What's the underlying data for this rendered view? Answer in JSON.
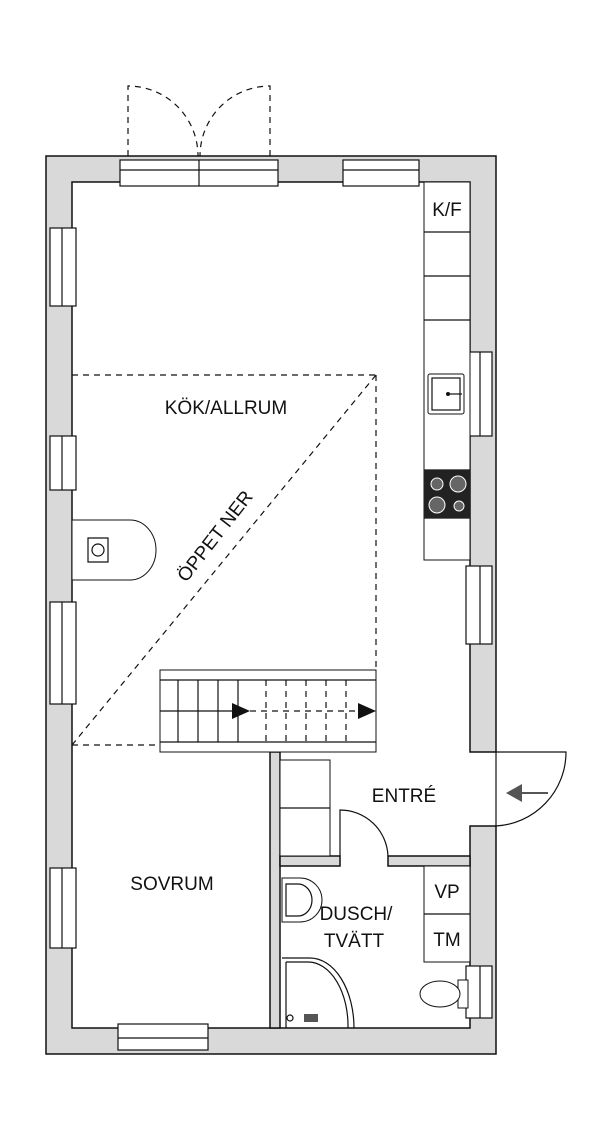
{
  "rooms": {
    "kitchen": "KÖK/ALLRUM",
    "open_below": "ÖPPET NER",
    "entrance": "ENTRÉ",
    "bedroom": "SOVRUM",
    "bath_line1": "DUSCH/",
    "bath_line2": "TVÄTT"
  },
  "fixtures": {
    "fridge_freezer": "K/F",
    "heat_pump": "VP",
    "dryer": "TM"
  },
  "colors": {
    "wall": "#d9d9d9",
    "line": "#111111"
  }
}
